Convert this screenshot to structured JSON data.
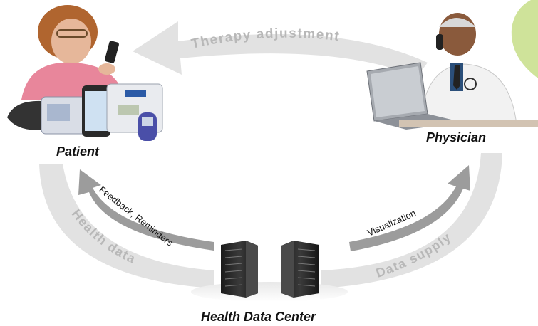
{
  "nodes": {
    "patient": "Patient",
    "physician": "Physician",
    "data_center": "Health Data Center"
  },
  "flows": {
    "therapy_adjustment": "Therapy adjustment",
    "health_data": "Health data",
    "data_supply": "Data supply",
    "feedback_reminders": "Feedback, Reminders",
    "visualization": "Visualization"
  },
  "colors": {
    "large_arrow": "#e2e2e2",
    "small_arrow": "#9c9c9c",
    "arrow_text": "#b8b8b8",
    "accent_green": "#cfe39a"
  }
}
